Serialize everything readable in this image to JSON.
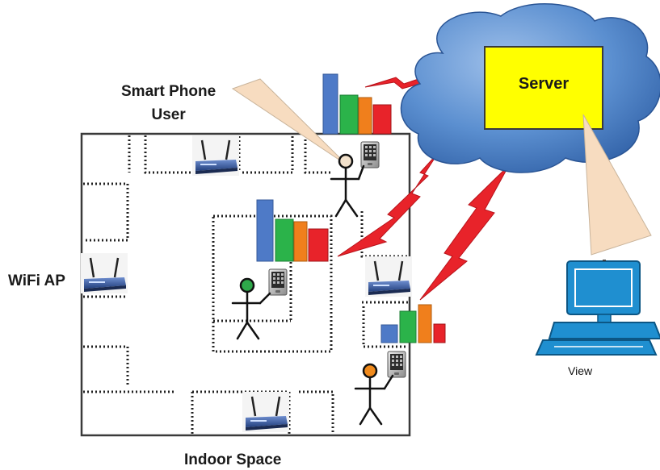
{
  "labels": {
    "smart_phone_user": "Smart Phone User",
    "smart_phone_line1": "Smart Phone",
    "smart_phone_line2": "User",
    "wifi_ap": "WiFi AP",
    "server": "Server",
    "view": "View",
    "indoor_space": "Indoor Space"
  },
  "colors": {
    "cloud": "#4a7fbf",
    "server_box": "#ffff00",
    "signal_bars": [
      "#4e7ac7",
      "#2bb34a",
      "#f07f1c",
      "#e8232a"
    ],
    "lightning": "#e8232a",
    "callout": "#f7dcc0",
    "router": "#3a5fa6",
    "computer": "#1f8fd0",
    "user_heads": [
      "#f3e2cc",
      "#2ea84a",
      "#f08a1c"
    ]
  },
  "icons": [
    "wifi-router-icon",
    "smartphone-icon",
    "stick-figure-icon",
    "signal-bars-icon",
    "lightning-icon",
    "cloud-icon",
    "computer-icon"
  ]
}
